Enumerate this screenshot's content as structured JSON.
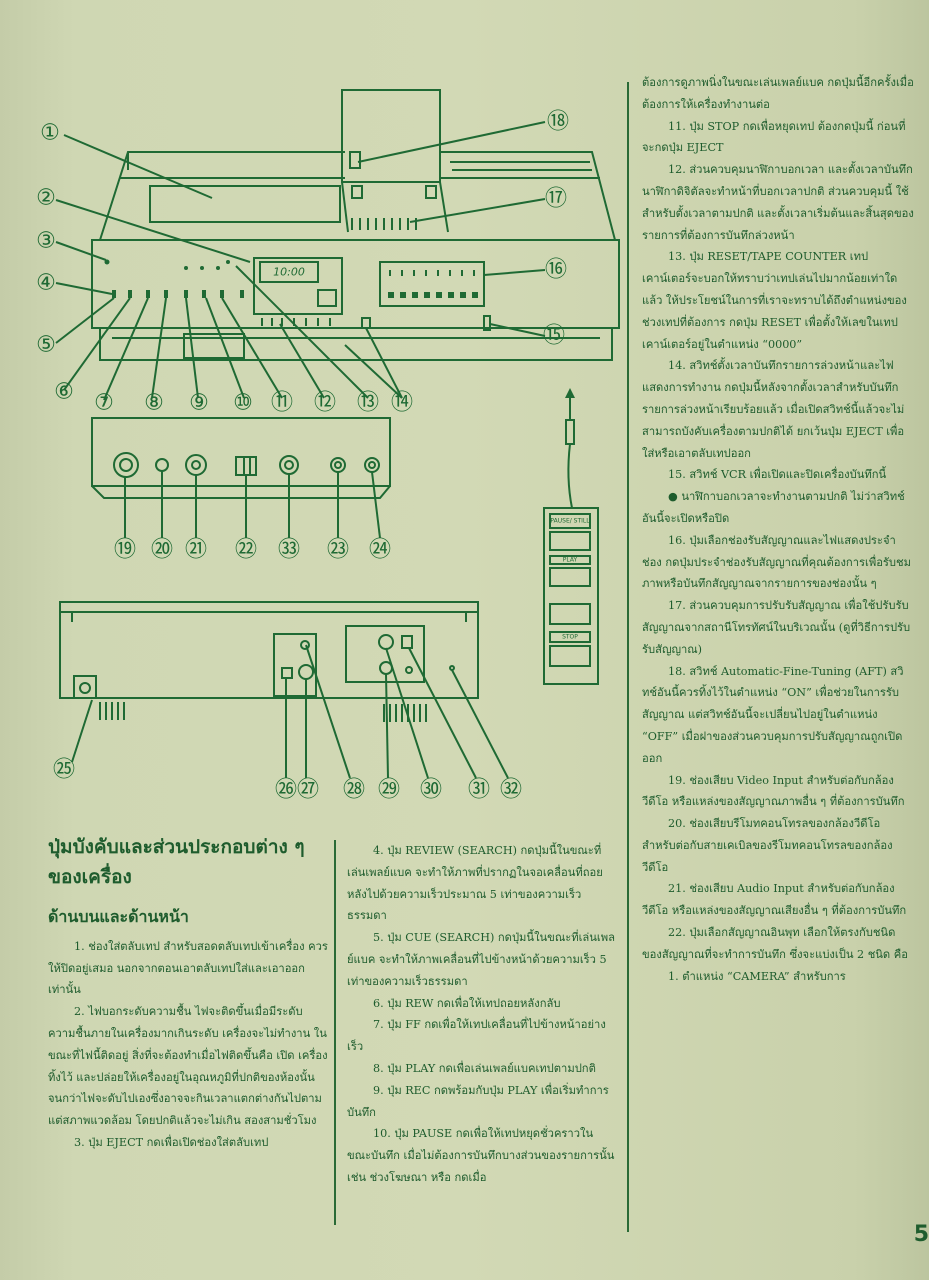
{
  "labels": {
    "n1": "①",
    "n2": "②",
    "n3": "③",
    "n4": "④",
    "n5": "⑤",
    "n6": "⑥",
    "n7": "⑦",
    "n8": "⑧",
    "n9": "⑨",
    "n10": "⑩",
    "n11": "⑪",
    "n12": "⑫",
    "n13": "⑬",
    "n14": "⑭",
    "n15": "⑮",
    "n16": "⑯",
    "n17": "⑰",
    "n18": "⑱",
    "n19": "⑲",
    "n20": "⑳",
    "n21": "㉑",
    "n22": "㉒",
    "n33": "㉝",
    "n23": "㉓",
    "n24": "㉔",
    "n25": "㉕",
    "n26": "㉖",
    "n27": "㉗",
    "n28": "㉘",
    "n29": "㉙",
    "n30": "㉚",
    "n31": "㉛",
    "n32": "㉜"
  },
  "device": {
    "clock": "10:00",
    "remote_pause": "PAUSE/ STILL",
    "remote_play": "PLAY",
    "remote_stop": "STOP"
  },
  "col1": {
    "heading": "ปุ่มบังคับและส่วนประกอบต่าง ๆ ของเครื่อง",
    "subheading": "ด้านบนและด้านหน้า",
    "p1": "1. ช่องใส่ตลับเทป สำหรับสอดตลับเทปเข้าเครื่อง ควรให้ปิดอยู่เสมอ นอกจากตอนเอาตลับเทปใส่และเอาออกเท่านั้น",
    "p2": "2. ไฟบอกระดับความชื้น ไฟจะติดขึ้นเมื่อมีระดับความชื้นภายในเครื่องมากเกินระดับ เครื่องจะไม่ทำงาน ในขณะที่ไฟนี้ติดอยู่ สิ่งที่จะต้องทำเมื่อไฟติดขึ้นคือ เปิด เครื่องทิ้งไว้ และปล่อยให้เครื่องอยู่ในอุณหภูมิที่ปกติของห้องนั้น จนกว่าไฟจะดับไปเองซึ่งอาจจะกินเวลาแตกต่างกันไปตามแต่สภาพแวดล้อม โดยปกติแล้วจะไม่เกิน สองสามชั่วโมง",
    "p3": "3. ปุ่ม EJECT กดเพื่อเปิดช่องใส่ตลับเทป"
  },
  "col2": {
    "p4": "4. ปุ่ม REVIEW (SEARCH) กดปุ่มนี้ในขณะที่เล่นเพลย์แบค จะทำให้ภาพที่ปรากฏในจอเคลื่อนที่ถอยหลังไปด้วยความเร็วประมาณ 5 เท่าของความเร็วธรรมดา",
    "p5": "5. ปุ่ม CUE (SEARCH) กดปุ่มนี้ในขณะที่เล่นเพลย์แบค จะทำให้ภาพเคลื่อนที่ไปข้างหน้าด้วยความเร็ว 5 เท่าของความเร็วธรรมดา",
    "p6": "6. ปุ่ม REW กดเพื่อให้เทปถอยหลังกลับ",
    "p7": "7. ปุ่ม FF กดเพื่อให้เทปเคลื่อนที่ไปข้างหน้าอย่างเร็ว",
    "p8": "8. ปุ่ม PLAY กดเพื่อเล่นเพลย์แบคเทปตามปกติ",
    "p9": "9. ปุ่ม REC กดพร้อมกับปุ่ม PLAY เพื่อเริ่มทำการบันทึก",
    "p10": "10. ปุ่ม PAUSE กดเพื่อให้เทปหยุดชั่วคราวในขณะบันทึก เมื่อไม่ต้องการบันทึกบางส่วนของรายการนั้น เช่น ช่วงโฆษณา หรือ กดเมื่อ"
  },
  "col3": {
    "cont": "ต้องการดูภาพนิ่งในขณะเล่นเพลย์แบค กดปุ่มนี้อีกครั้งเมื่อต้องการให้เครื่องทำงานต่อ",
    "p11": "11. ปุ่ม STOP กดเพื่อหยุดเทป ต้องกดปุ่มนี้ ก่อนที่จะกดปุ่ม EJECT",
    "p12": "12. ส่วนควบคุมนาฬิกาบอกเวลา และตั้งเวลาบันทึก นาฬิกาดิจิตัลจะทำหน้าที่บอกเวลาปกติ ส่วนควบคุมนี้ ใช้สำหรับตั้งเวลาตามปกติ และตั้งเวลาเริ่มต้นและสิ้นสุดของรายการที่ต้องการบันทึกล่วงหน้า",
    "p13": "13. ปุ่ม RESET/TAPE COUNTER เทปเคาน์เตอร์จะบอกให้ทราบว่าเทปเล่นไปมากน้อยเท่าใดแล้ว ให้ประโยชน์ในการที่เราจะทราบได้ถึงตำแหน่งของช่วงเทปที่ต้องการ กดปุ่ม RESET เพื่อตั้งให้เลขในเทปเคาน์เตอร์อยู่ในตำแหน่ง “0000”",
    "p14": "14. สวิทช์ตั้งเวลาบันทึกรายการล่วงหน้าและไฟแสดงการทำงาน กดปุ่มนี้หลังจากตั้งเวลาสำหรับบันทึกรายการล่วงหน้าเรียบร้อยแล้ว เมื่อเปิดสวิทช์นี้แล้วจะไม่สามารถบังคับเครื่องตามปกติได้ ยกเว้นปุ่ม EJECT เพื่อใส่หรือเอาตลับเทปออก",
    "p15": "15. สวิทช์ VCR เพื่อเปิดและปิดเครื่องบันทึกนี้",
    "p15b": "● นาฬิกาบอกเวลาจะทำงานตามปกติ ไม่ว่าสวิทช์อันนี้จะเปิดหรือปิด",
    "p16": "16. ปุ่มเลือกช่องรับสัญญาณและไฟแสดงประจำช่อง กดปุ่มประจำช่องรับสัญญาณที่คุณต้องการเพื่อรับชมภาพหรือบันทึกสัญญาณจากรายการของช่องนั้น ๆ",
    "p17": "17. ส่วนควบคุมการปรับรับสัญญาณ เพื่อใช้ปรับรับสัญญาณจากสถานีโทรทัศน์ในบริเวณนั้น (ดูที่วิธีการปรับรับสัญญาณ)",
    "p18": "18. สวิทช์ Automatic-Fine-Tuning (AFT) สวิทช์อันนี้ควรทิ้งไว้ในตำแหน่ง “ON” เพื่อช่วยในการรับสัญญาณ แต่สวิทช์อันนี้จะเปลี่ยนไปอยู่ในตำแหน่ง “OFF” เมื่อฝาของส่วนควบคุมการปรับสัญญาณถูกเปิดออก",
    "p19": "19. ช่องเสียบ Video Input สำหรับต่อกับกล้องวีดีโอ หรือแหล่งของสัญญาณภาพอื่น ๆ ที่ต้องการบันทึก",
    "p20": "20. ช่องเสียบรีโมทคอนโทรลของกล้องวีดีโอ สำหรับต่อกับสายเคเบิลของรีโมทคอนโทรลของกล้องวีดีโอ",
    "p21": "21. ช่องเสียบ Audio Input สำหรับต่อกับกล้องวีดีโอ หรือแหล่งของสัญญาณเสียงอื่น ๆ ที่ต้องการบันทึก",
    "p22": "22. ปุ่มเลือกสัญญาณอินพุท เลือกให้ตรงกับชนิดของสัญญาณที่จะทำการบันทึก ซึ่งจะแบ่งเป็น 2 ชนิด คือ",
    "p22a": "1. ตำแหน่ง “CAMERA” สำหรับการ"
  },
  "page_number": "5"
}
